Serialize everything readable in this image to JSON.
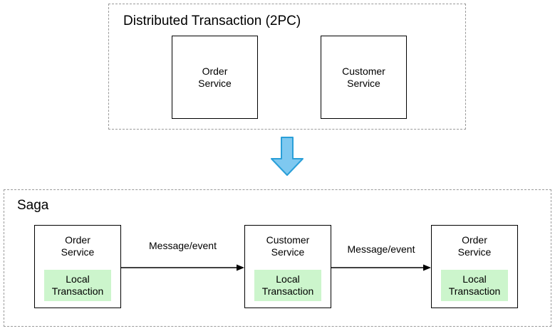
{
  "diagram": {
    "title_2pc": "Distributed Transaction (2PC)",
    "title_saga": "Saga",
    "colors": {
      "local_transaction_fill": "#ccf5cc",
      "arrow_fill": "#7ec8f0",
      "arrow_stroke": "#2a9fd8",
      "box_stroke": "#000000",
      "group_stroke": "#9a9a9a",
      "background": "#ffffff"
    },
    "two_pc": {
      "boxes": [
        {
          "label": "Order\nService"
        },
        {
          "label": "Customer\nService"
        }
      ]
    },
    "transition": {
      "icon": "down-arrow-icon"
    },
    "saga": {
      "boxes": [
        {
          "label": "Order\nService",
          "local_transaction": "Local\nTransaction"
        },
        {
          "label": "Customer\nService",
          "local_transaction": "Local\nTransaction"
        },
        {
          "label": "Order\nService",
          "local_transaction": "Local\nTransaction"
        }
      ],
      "arrows": [
        {
          "label": "Message/event"
        },
        {
          "label": "Message/event"
        }
      ]
    }
  }
}
